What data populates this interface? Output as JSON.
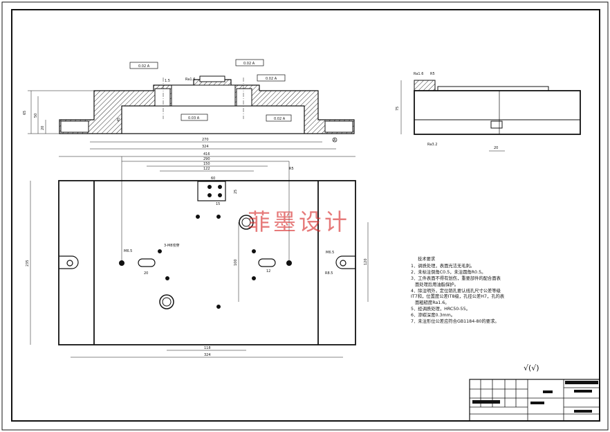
{
  "watermark": "菲墨设计",
  "surface_finish": "√(√)",
  "tech_req": {
    "title": "技术要求",
    "lines": [
      "1．调质处理，表面光洁无毛刺。",
      "2．未标注倒角C0.5，未注圆角R0.5。",
      "3．工件表面不得有划伤，重要部件的配合面表",
      "   面处理后用油脂保护。",
      "4．除注明外，定位销孔要认线孔尺寸公差等级",
      "IT7和，位置度公差IT8级，孔径公差H7，孔的表",
      "   面粗糙度Ra1.6。",
      "5．经调质处理，HRC50-55。",
      "6．渗碳深度0.3mm。",
      "7．未注形位公差应符合GB1184-80的要求。"
    ]
  },
  "dimensions": {
    "front_height": "65",
    "front_step": "50",
    "front_base": "20",
    "front_inner": "45",
    "width_inner": "270",
    "width_outer": "324",
    "plan_top_full": "416",
    "plan_290": "290",
    "plan_150": "150",
    "plan_122": "122",
    "plan_r": "R5",
    "plan_plate_w": "60",
    "plan_plate_h": "25",
    "plan_plate_h2": "15",
    "plan_height": "235",
    "plan_100": "100",
    "plan_120": "120",
    "plan_bottom_118": "118",
    "plan_bottom_324": "324",
    "tap_note": "3-M8攻穿",
    "hole_m5_left": "M6.5",
    "hole_m5_right": "M6.5",
    "hole_r_right": "R8.5",
    "slot_left_dim": "20",
    "slot_right_dim": "12",
    "side_height": "75",
    "side_hole_w": "20",
    "side_rough": "Ra3.2"
  },
  "gdt": {
    "top_left": "0.02  A",
    "top_right": "0.02  A",
    "right_mid": "0.02  A",
    "lower_left": "0.03  A",
    "lower_right": "0.02  A",
    "side_a": "A",
    "small_a": "1.5",
    "small_b": "R5",
    "rough_1": "Ra1.6",
    "rough_2": "Ra1.6"
  }
}
